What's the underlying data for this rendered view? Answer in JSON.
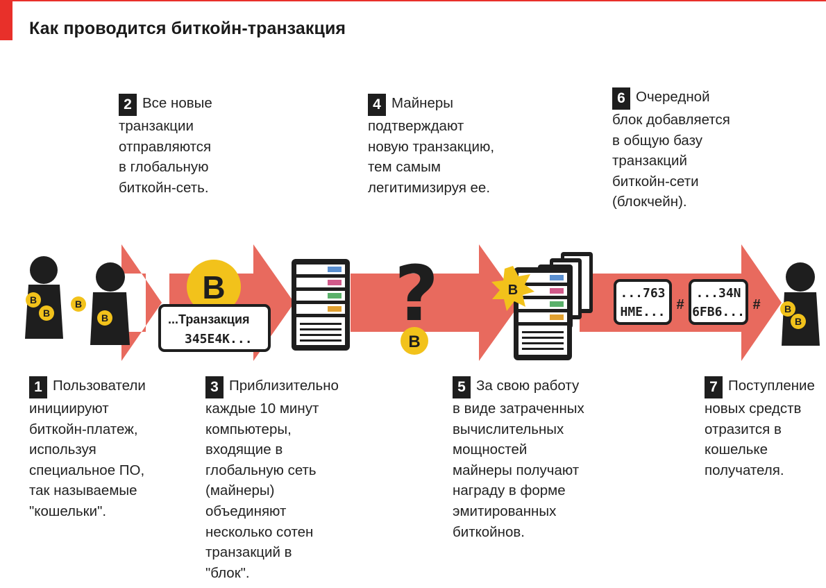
{
  "title": "Как проводится биткойн-транзакция",
  "steps": [
    {
      "num": "1",
      "text": "Пользователи\nинициируют\nбиткойн-платеж,\nиспользуя\nспециальное ПО,\nтак называемые\n\"кошельки\"."
    },
    {
      "num": "2",
      "text": "Все новые\nтранзакции\nотправляются\nв глобальную\nбиткойн-сеть."
    },
    {
      "num": "3",
      "text": "Приблизительно\nкаждые 10 минут\nкомпьютеры,\nвходящие в\nглобальную сеть\n(майнеры)\nобъединяют\nнесколько сотен\nтранзакций в\n\"блок\"."
    },
    {
      "num": "4",
      "text": "Майнеры\nподтверждают\nновую транзакцию,\nтем самым\nлегитимизируя ее."
    },
    {
      "num": "5",
      "text": "За свою работу\nв виде затраченных\nвычислительных\nмощностей\nмайнеры получают\nнаграду в форме\nэмитированных\nбиткойнов."
    },
    {
      "num": "6",
      "text": "Очередной\nблок добавляется\nв общую базу\nтранзакций\nбиткойн-сети\n(блокчейн)."
    },
    {
      "num": "7",
      "text": "Поступление\nновых средств\nотразится в\nкошельке\nполучателя."
    }
  ],
  "labels": {
    "transaction_line1": "...Транзакция",
    "transaction_line2": "345E4K...",
    "block1_line1": "...763",
    "block1_line2": "HME...",
    "block2_line1": "...34N",
    "block2_line2": "6FB6...",
    "hash_symbol": "#",
    "question": "?",
    "coin": "B"
  },
  "colors": {
    "arrow": "#e86a5e",
    "accent": "#e8302a",
    "coin": "#f2c21b",
    "ink": "#1e1e1e"
  }
}
